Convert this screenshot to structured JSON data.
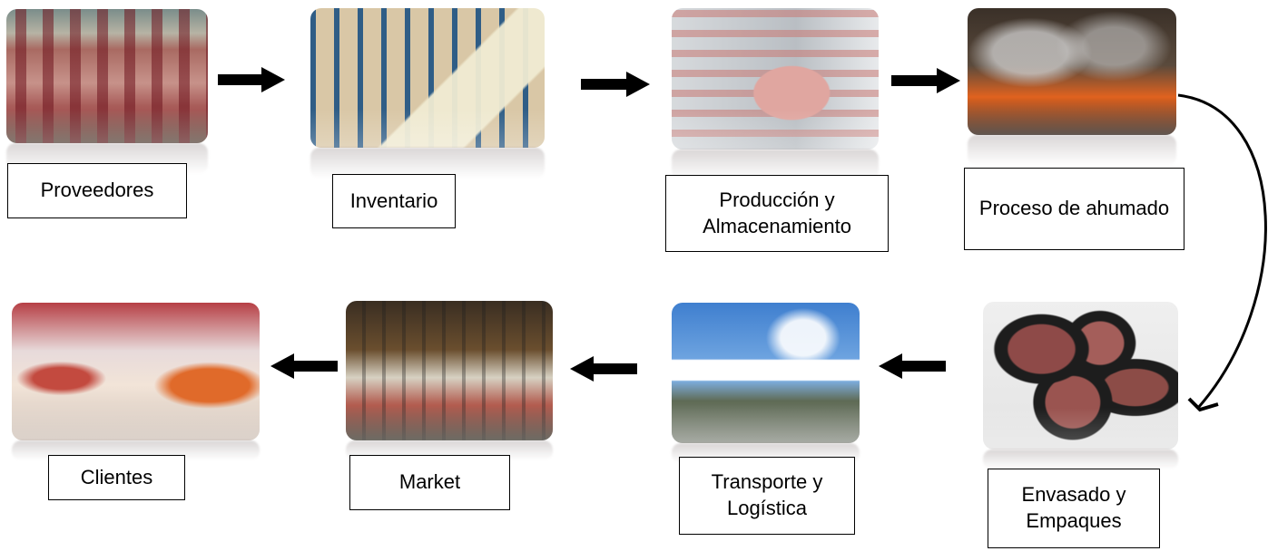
{
  "steps": {
    "proveedores": "Proveedores",
    "inventario": "Inventario",
    "produccion": "Producción y Almacenamiento",
    "ahumado": "Proceso de ahumado",
    "envasado": "Envasado y Empaques",
    "transporte": "Transporte y Logística",
    "market": "Market",
    "clientes": "Clientes"
  },
  "colors": {
    "arrow": "#000000",
    "label_border": "#000000",
    "background": "#ffffff"
  }
}
